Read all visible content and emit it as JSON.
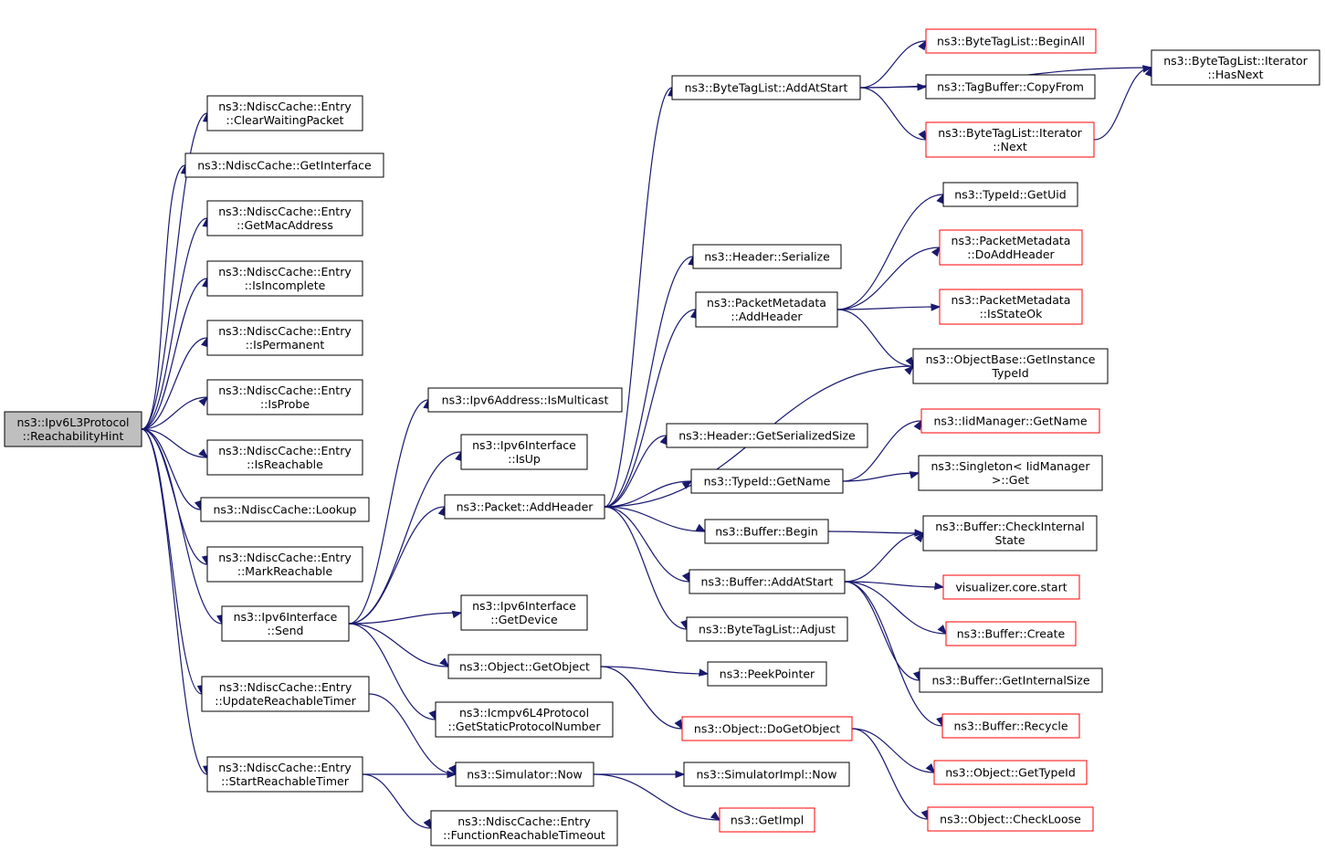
{
  "colors": {
    "edge": "#191970",
    "box_border": "#000000",
    "truncated_border": "#ff0000",
    "root_fill": "#bfbfbf",
    "node_fill": "#ffffff"
  },
  "nodes": [
    {
      "id": "root",
      "lines": [
        "ns3::Ipv6L3Protocol",
        "::ReachabilityHint"
      ],
      "style": "root"
    },
    {
      "id": "clearwaiting",
      "lines": [
        "ns3::NdiscCache::Entry",
        "::ClearWaitingPacket"
      ],
      "style": "normal"
    },
    {
      "id": "getinterface",
      "lines": [
        "ns3::NdiscCache::GetInterface"
      ],
      "style": "normal"
    },
    {
      "id": "getmac",
      "lines": [
        "ns3::NdiscCache::Entry",
        "::GetMacAddress"
      ],
      "style": "normal"
    },
    {
      "id": "isincomplete",
      "lines": [
        "ns3::NdiscCache::Entry",
        "::IsIncomplete"
      ],
      "style": "normal"
    },
    {
      "id": "ispermanent",
      "lines": [
        "ns3::NdiscCache::Entry",
        "::IsPermanent"
      ],
      "style": "normal"
    },
    {
      "id": "isprobe",
      "lines": [
        "ns3::NdiscCache::Entry",
        "::IsProbe"
      ],
      "style": "normal"
    },
    {
      "id": "isreachable",
      "lines": [
        "ns3::NdiscCache::Entry",
        "::IsReachable"
      ],
      "style": "normal"
    },
    {
      "id": "lookup",
      "lines": [
        "ns3::NdiscCache::Lookup"
      ],
      "style": "normal"
    },
    {
      "id": "markreachable",
      "lines": [
        "ns3::NdiscCache::Entry",
        "::MarkReachable"
      ],
      "style": "normal"
    },
    {
      "id": "send",
      "lines": [
        "ns3::Ipv6Interface",
        "::Send"
      ],
      "style": "normal"
    },
    {
      "id": "updatereach",
      "lines": [
        "ns3::NdiscCache::Entry",
        "::UpdateReachableTimer"
      ],
      "style": "normal"
    },
    {
      "id": "startreach",
      "lines": [
        "ns3::NdiscCache::Entry",
        "::StartReachableTimer"
      ],
      "style": "normal"
    },
    {
      "id": "ismulticast",
      "lines": [
        "ns3::Ipv6Address::IsMulticast"
      ],
      "style": "normal"
    },
    {
      "id": "isup",
      "lines": [
        "ns3::Ipv6Interface",
        "::IsUp"
      ],
      "style": "normal"
    },
    {
      "id": "addheader",
      "lines": [
        "ns3::Packet::AddHeader"
      ],
      "style": "normal"
    },
    {
      "id": "getdevice",
      "lines": [
        "ns3::Ipv6Interface",
        "::GetDevice"
      ],
      "style": "normal"
    },
    {
      "id": "getobject",
      "lines": [
        "ns3::Object::GetObject"
      ],
      "style": "normal"
    },
    {
      "id": "icmpv6",
      "lines": [
        "ns3::Icmpv6L4Protocol",
        "::GetStaticProtocolNumber"
      ],
      "style": "normal"
    },
    {
      "id": "simnow",
      "lines": [
        "ns3::Simulator::Now"
      ],
      "style": "normal"
    },
    {
      "id": "funcreach",
      "lines": [
        "ns3::NdiscCache::Entry",
        "::FunctionReachableTimeout"
      ],
      "style": "normal"
    },
    {
      "id": "btladdatstart",
      "lines": [
        "ns3::ByteTagList::AddAtStart"
      ],
      "style": "normal"
    },
    {
      "id": "hdrserialize",
      "lines": [
        "ns3::Header::Serialize"
      ],
      "style": "normal"
    },
    {
      "id": "pmaddheader",
      "lines": [
        "ns3::PacketMetadata",
        "::AddHeader"
      ],
      "style": "normal"
    },
    {
      "id": "hdrgetsize",
      "lines": [
        "ns3::Header::GetSerializedSize"
      ],
      "style": "normal"
    },
    {
      "id": "typeidgetname",
      "lines": [
        "ns3::TypeId::GetName"
      ],
      "style": "normal"
    },
    {
      "id": "bufbegin",
      "lines": [
        "ns3::Buffer::Begin"
      ],
      "style": "normal"
    },
    {
      "id": "bufaddatstart",
      "lines": [
        "ns3::Buffer::AddAtStart"
      ],
      "style": "normal"
    },
    {
      "id": "btladjust",
      "lines": [
        "ns3::ByteTagList::Adjust"
      ],
      "style": "normal"
    },
    {
      "id": "peekpointer",
      "lines": [
        "ns3::PeekPointer"
      ],
      "style": "normal"
    },
    {
      "id": "dogetobject",
      "lines": [
        "ns3::Object::DoGetObject"
      ],
      "style": "truncated"
    },
    {
      "id": "simimplnow",
      "lines": [
        "ns3::SimulatorImpl::Now"
      ],
      "style": "normal"
    },
    {
      "id": "getimpl",
      "lines": [
        "ns3::GetImpl"
      ],
      "style": "truncated"
    },
    {
      "id": "btlbeginall",
      "lines": [
        "ns3::ByteTagList::BeginAll"
      ],
      "style": "truncated"
    },
    {
      "id": "tbcopyfrom",
      "lines": [
        "ns3::TagBuffer::CopyFrom"
      ],
      "style": "normal"
    },
    {
      "id": "btlitnext",
      "lines": [
        "ns3::ByteTagList::Iterator",
        "::Next"
      ],
      "style": "truncated"
    },
    {
      "id": "typeidgetuid",
      "lines": [
        "ns3::TypeId::GetUid"
      ],
      "style": "normal"
    },
    {
      "id": "pmdoaddheader",
      "lines": [
        "ns3::PacketMetadata",
        "::DoAddHeader"
      ],
      "style": "truncated"
    },
    {
      "id": "pmisstateok",
      "lines": [
        "ns3::PacketMetadata",
        "::IsStateOk"
      ],
      "style": "truncated"
    },
    {
      "id": "obgetinstance",
      "lines": [
        "ns3::ObjectBase::GetInstance",
        "TypeId"
      ],
      "style": "normal"
    },
    {
      "id": "iidgetname",
      "lines": [
        "ns3::IidManager::GetName"
      ],
      "style": "truncated"
    },
    {
      "id": "singletonget",
      "lines": [
        "ns3::Singleton< IidManager",
        ">::Get"
      ],
      "style": "normal"
    },
    {
      "id": "bufcheck",
      "lines": [
        "ns3::Buffer::CheckInternal",
        "State"
      ],
      "style": "normal"
    },
    {
      "id": "vizstart",
      "lines": [
        "visualizer.core.start"
      ],
      "style": "truncated"
    },
    {
      "id": "bufcreate",
      "lines": [
        "ns3::Buffer::Create"
      ],
      "style": "truncated"
    },
    {
      "id": "bufgetinternal",
      "lines": [
        "ns3::Buffer::GetInternalSize"
      ],
      "style": "normal"
    },
    {
      "id": "bufrecycle",
      "lines": [
        "ns3::Buffer::Recycle"
      ],
      "style": "truncated"
    },
    {
      "id": "objgettypeid",
      "lines": [
        "ns3::Object::GetTypeId"
      ],
      "style": "truncated"
    },
    {
      "id": "objcheckloose",
      "lines": [
        "ns3::Object::CheckLoose"
      ],
      "style": "truncated"
    },
    {
      "id": "btlithasnext",
      "lines": [
        "ns3::ByteTagList::Iterator",
        "::HasNext"
      ],
      "style": "normal"
    }
  ],
  "edges": [
    [
      "root",
      "clearwaiting"
    ],
    [
      "root",
      "getinterface"
    ],
    [
      "root",
      "getmac"
    ],
    [
      "root",
      "isincomplete"
    ],
    [
      "root",
      "ispermanent"
    ],
    [
      "root",
      "isprobe"
    ],
    [
      "root",
      "isreachable"
    ],
    [
      "root",
      "lookup"
    ],
    [
      "root",
      "markreachable"
    ],
    [
      "root",
      "send"
    ],
    [
      "root",
      "updatereach"
    ],
    [
      "root",
      "startreach"
    ],
    [
      "send",
      "ismulticast"
    ],
    [
      "send",
      "isup"
    ],
    [
      "send",
      "addheader"
    ],
    [
      "send",
      "getdevice"
    ],
    [
      "send",
      "getobject"
    ],
    [
      "send",
      "icmpv6"
    ],
    [
      "updatereach",
      "simnow"
    ],
    [
      "startreach",
      "simnow"
    ],
    [
      "startreach",
      "funcreach"
    ],
    [
      "addheader",
      "btladdatstart"
    ],
    [
      "addheader",
      "hdrserialize"
    ],
    [
      "addheader",
      "pmaddheader"
    ],
    [
      "addheader",
      "obgetinstance"
    ],
    [
      "addheader",
      "hdrgetsize"
    ],
    [
      "addheader",
      "typeidgetname"
    ],
    [
      "addheader",
      "bufbegin"
    ],
    [
      "addheader",
      "bufaddatstart"
    ],
    [
      "addheader",
      "btladjust"
    ],
    [
      "getobject",
      "peekpointer"
    ],
    [
      "getobject",
      "dogetobject"
    ],
    [
      "simnow",
      "simimplnow"
    ],
    [
      "simnow",
      "getimpl"
    ],
    [
      "btladdatstart",
      "btlbeginall"
    ],
    [
      "btladdatstart",
      "tbcopyfrom"
    ],
    [
      "btladdatstart",
      "btlitnext"
    ],
    [
      "btladdatstart",
      "btlithasnext"
    ],
    [
      "btlitnext",
      "btlithasnext"
    ],
    [
      "pmaddheader",
      "typeidgetuid"
    ],
    [
      "pmaddheader",
      "pmdoaddheader"
    ],
    [
      "pmaddheader",
      "pmisstateok"
    ],
    [
      "pmaddheader",
      "obgetinstance"
    ],
    [
      "typeidgetname",
      "iidgetname"
    ],
    [
      "typeidgetname",
      "singletonget"
    ],
    [
      "bufbegin",
      "bufcheck"
    ],
    [
      "bufaddatstart",
      "bufcheck"
    ],
    [
      "bufaddatstart",
      "vizstart"
    ],
    [
      "bufaddatstart",
      "bufcreate"
    ],
    [
      "bufaddatstart",
      "bufgetinternal"
    ],
    [
      "bufaddatstart",
      "bufrecycle"
    ],
    [
      "dogetobject",
      "objgettypeid"
    ],
    [
      "dogetobject",
      "objcheckloose"
    ]
  ]
}
